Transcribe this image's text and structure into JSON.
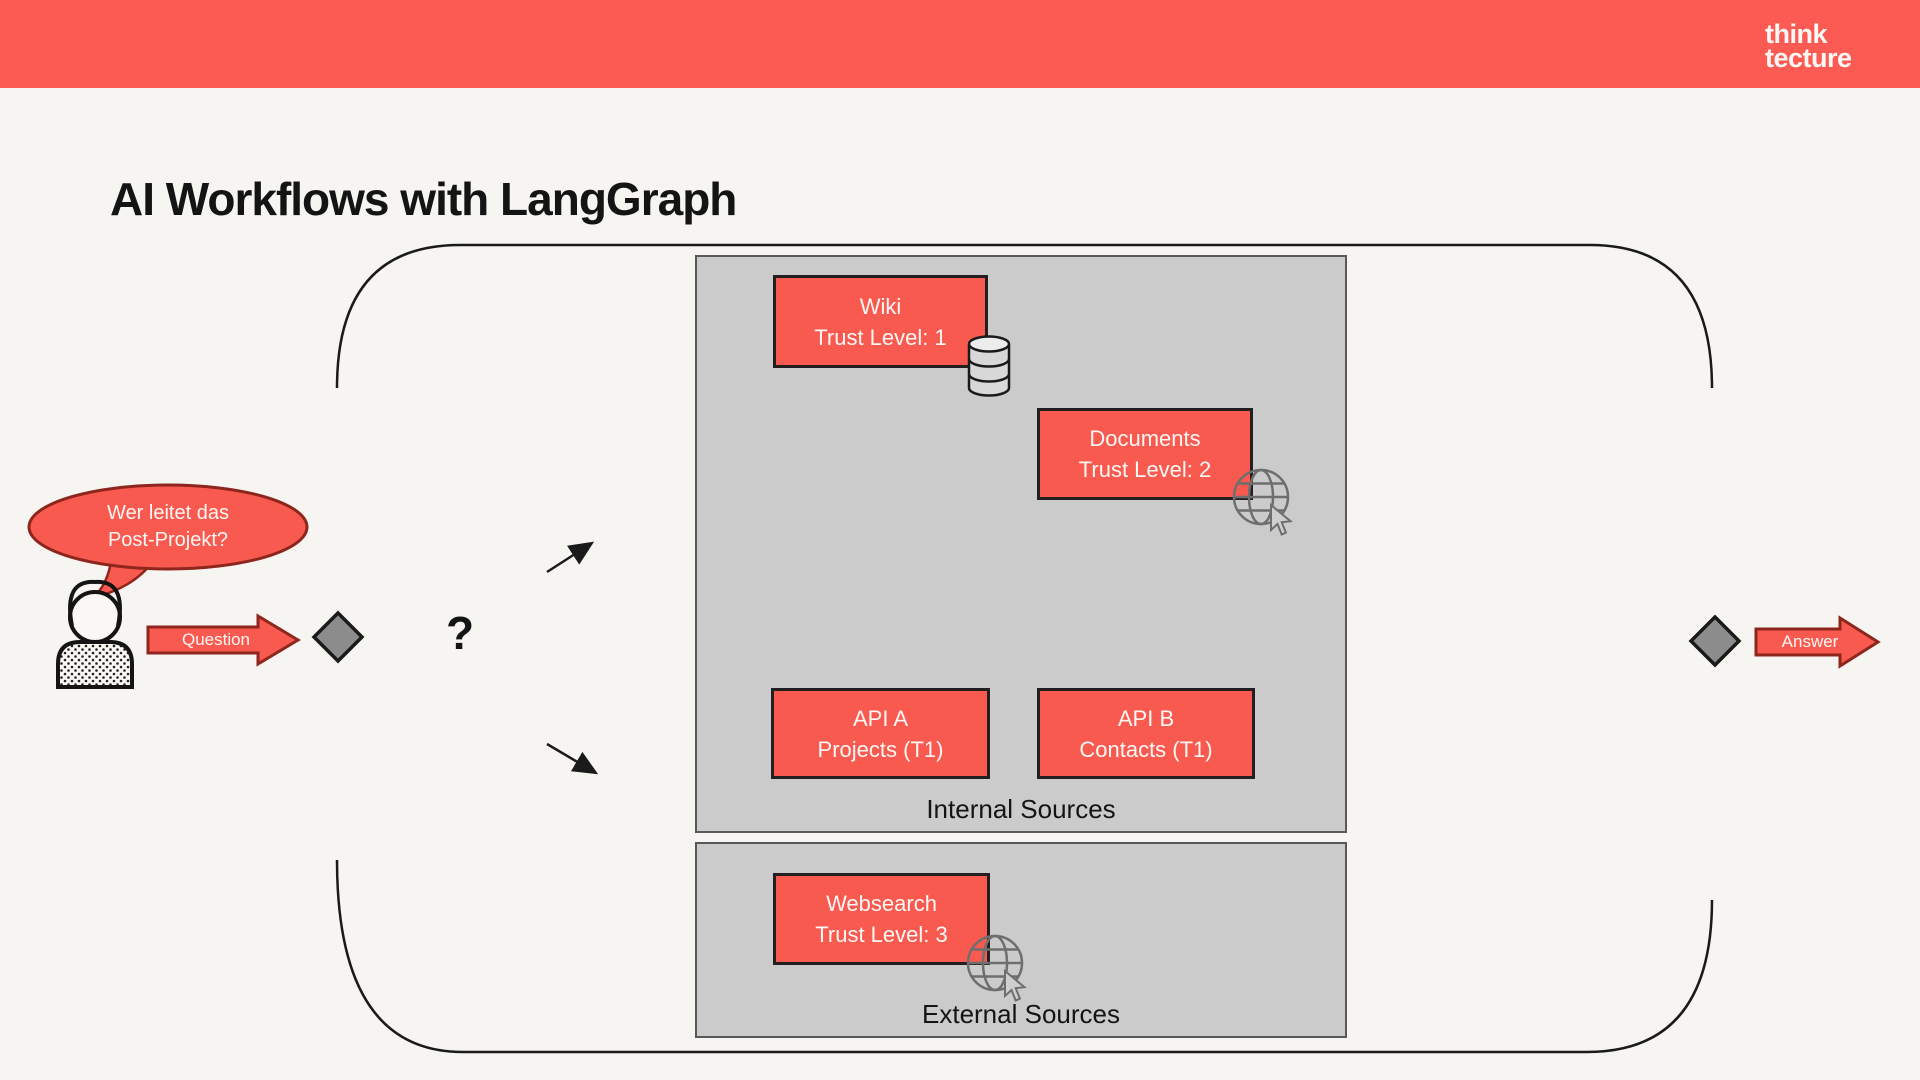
{
  "header": {
    "bar_color": "#FB5B52",
    "logo": {
      "line1": "think",
      "line2": "tecture"
    }
  },
  "title": "AI Workflows with LangGraph",
  "user": {
    "speech_bubble": {
      "line1": "Wer leitet das",
      "line2": "Post-Projekt?"
    }
  },
  "flow": {
    "question_label": "Question",
    "decision_mark": "?",
    "answer_label": "Answer"
  },
  "internal_sources": {
    "label": "Internal Sources",
    "nodes": [
      {
        "title": "Wiki",
        "subtitle": "Trust Level: 1",
        "icon": "database-icon"
      },
      {
        "title": "Documents",
        "subtitle": "Trust Level: 2",
        "icon": "globe-cursor-icon"
      },
      {
        "title": "API A",
        "subtitle": "Projects (T1)"
      },
      {
        "title": "API B",
        "subtitle": "Contacts (T1)"
      }
    ]
  },
  "external_sources": {
    "label": "External Sources",
    "nodes": [
      {
        "title": "Websearch",
        "subtitle": "Trust Level: 3",
        "icon": "globe-cursor-icon"
      }
    ]
  },
  "icons": [
    "user-icon",
    "database-icon",
    "globe-cursor-icon",
    "gateway-diamond",
    "speech-bubble"
  ],
  "colors": {
    "accent_red": "#F95A50",
    "header_red": "#FB5B52",
    "border_dark_red": "#8E261D",
    "node_border": "#231F20",
    "container_gray": "#CBCBCB",
    "container_border": "#595959",
    "diamond_gray": "#8C8C8C",
    "outline_black": "#1A1A1A",
    "background": "#F7F5F2"
  }
}
